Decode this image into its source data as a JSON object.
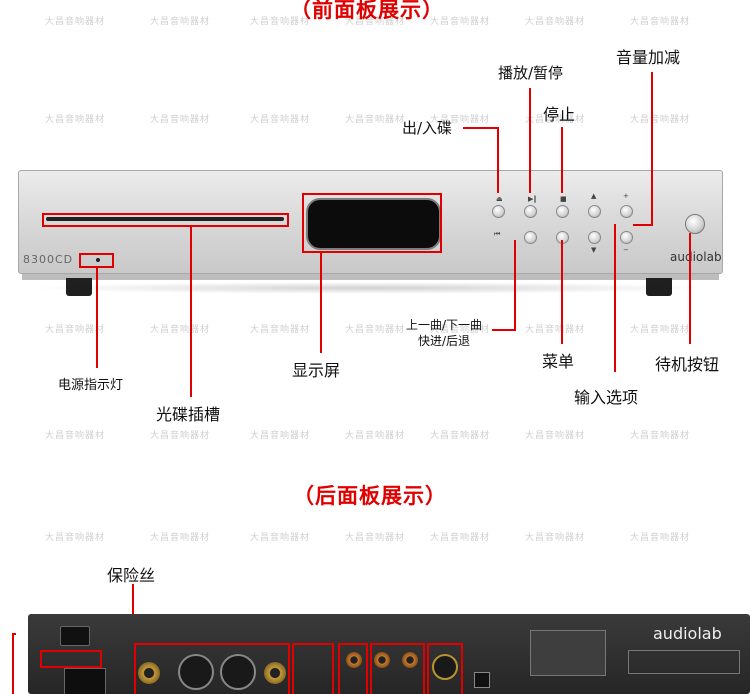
{
  "titles": {
    "front": "（前面板展示）",
    "rear": "（后面板展示）"
  },
  "labels": {
    "volume": "音量加减",
    "play_pause": "播放/暂停",
    "stop": "停止",
    "eject": "出/入碟",
    "track_seek": "上一曲/下一曲\n快进/后退",
    "menu": "菜单",
    "standby": "待机按钮",
    "input": "输入选项",
    "display": "显示屏",
    "power_led": "电源指示灯",
    "disc_slot": "光碟插槽",
    "fuse": "保险丝"
  },
  "device": {
    "brand": "audiolab",
    "model": "8300CD"
  },
  "watermark": "大昌音响器材",
  "colors": {
    "accent": "#e00000",
    "chassis_silver": "#d8d8d8",
    "rear_panel": "#2b2b2b"
  }
}
